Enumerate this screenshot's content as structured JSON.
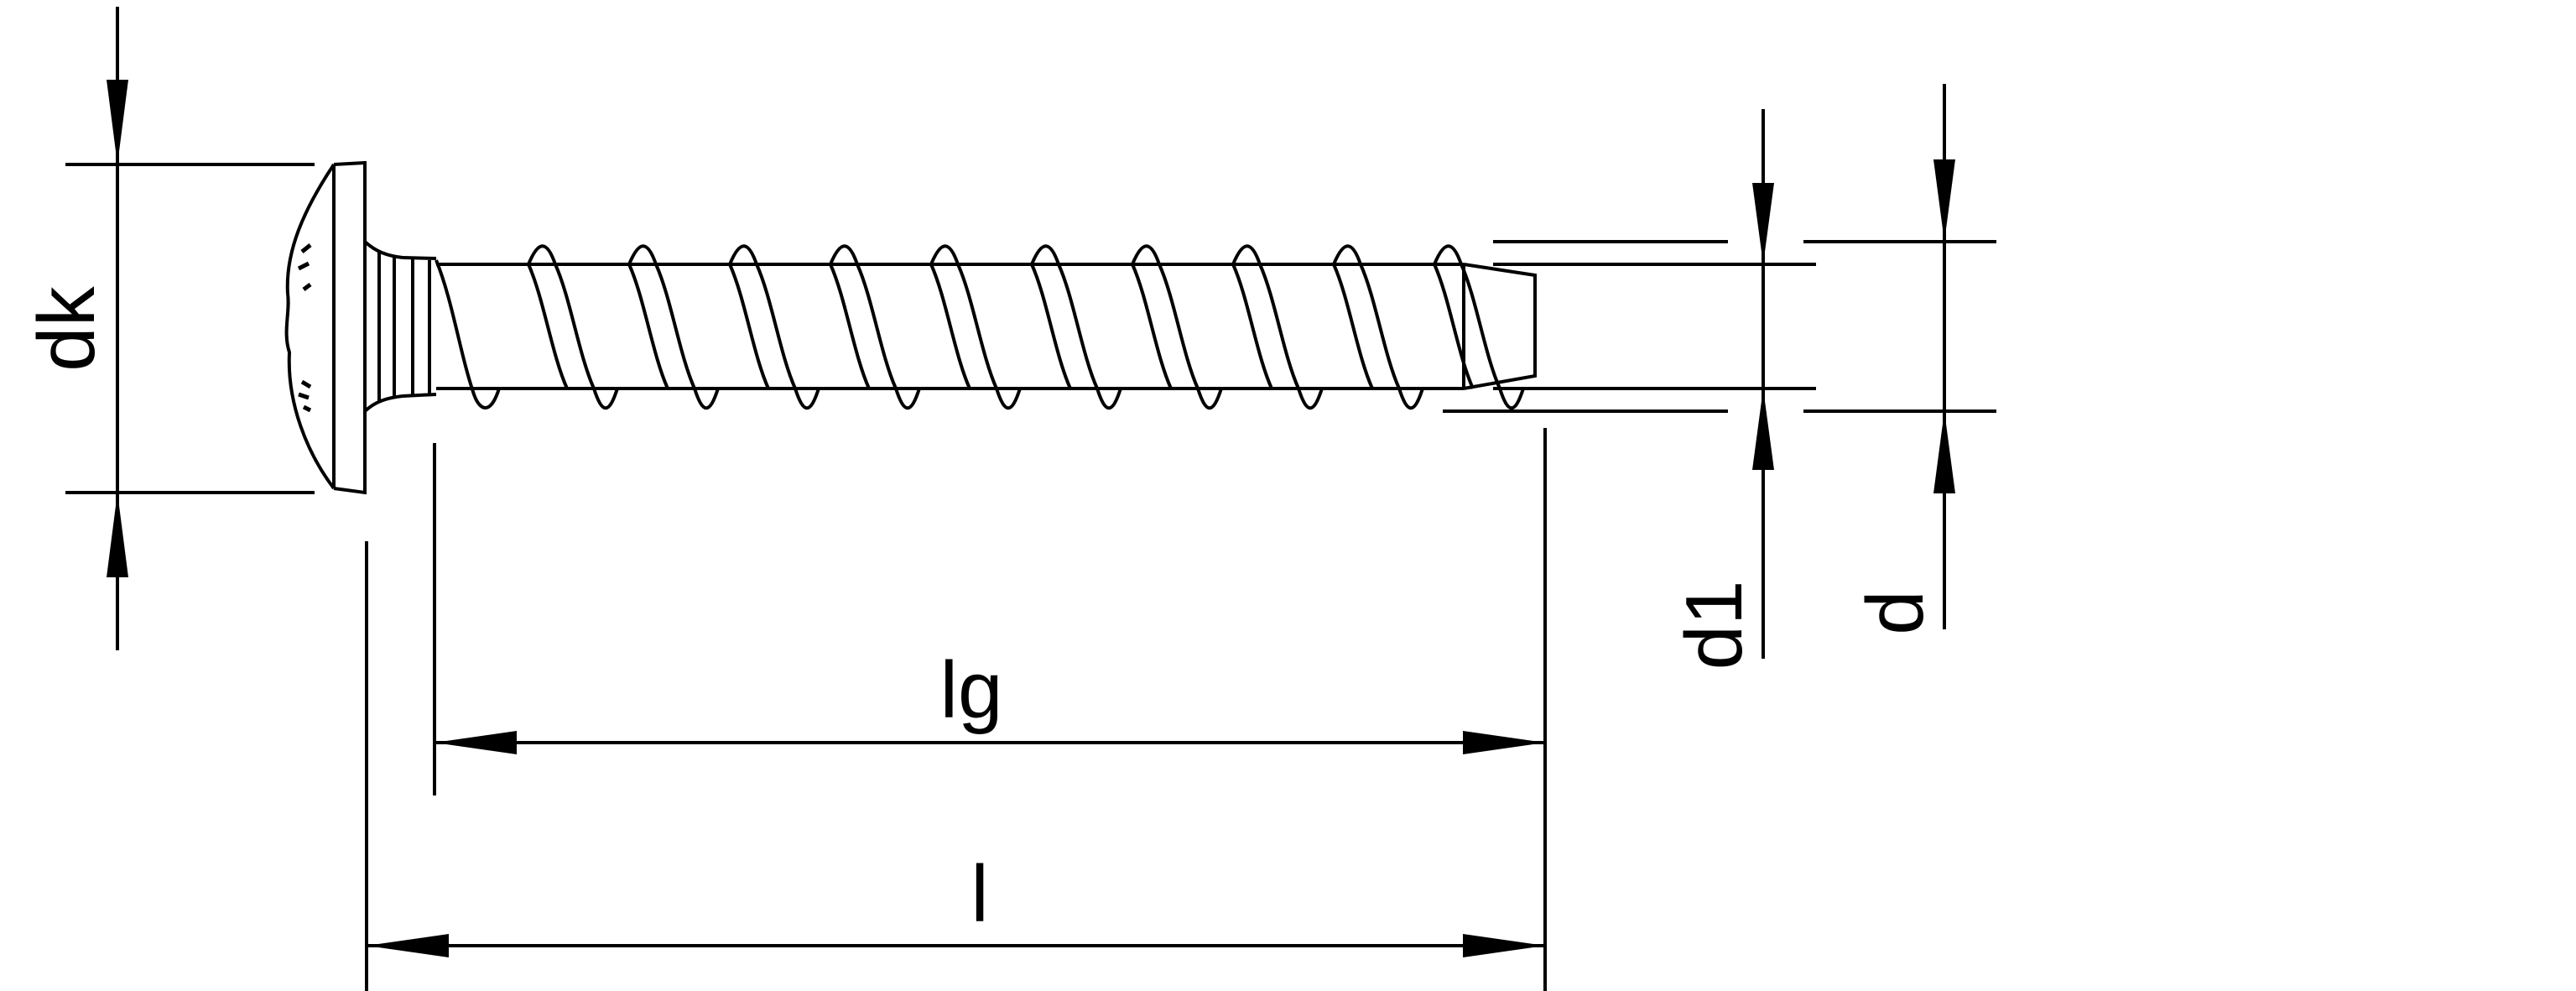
{
  "labels": {
    "dk": "dk",
    "d1": "d1",
    "d": "d",
    "lg": "lg",
    "l": "l"
  },
  "colors": {
    "line": "#000000",
    "background": "#ffffff"
  }
}
